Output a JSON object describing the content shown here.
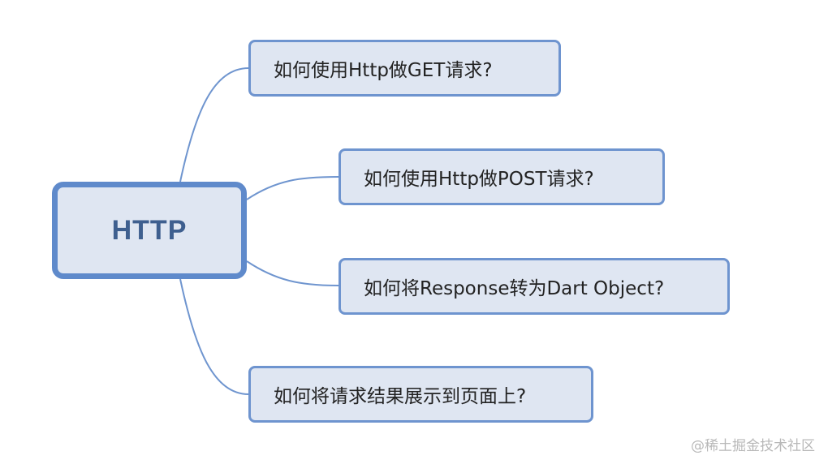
{
  "diagram": {
    "root": {
      "label": "HTTP"
    },
    "children": [
      {
        "label": "如何使用Http做GET请求?"
      },
      {
        "label": "如何使用Http做POST请求?"
      },
      {
        "label": "如何将Response转为Dart Object?"
      },
      {
        "label": "如何将请求结果展示到页面上?"
      }
    ]
  },
  "watermark": "@稀土掘金技术社区",
  "colors": {
    "node_fill": "#dfe6f2",
    "root_border": "#5f8acb",
    "child_border": "#6e94cf",
    "connector": "#6f95cf",
    "root_text": "#3e5f8f"
  }
}
